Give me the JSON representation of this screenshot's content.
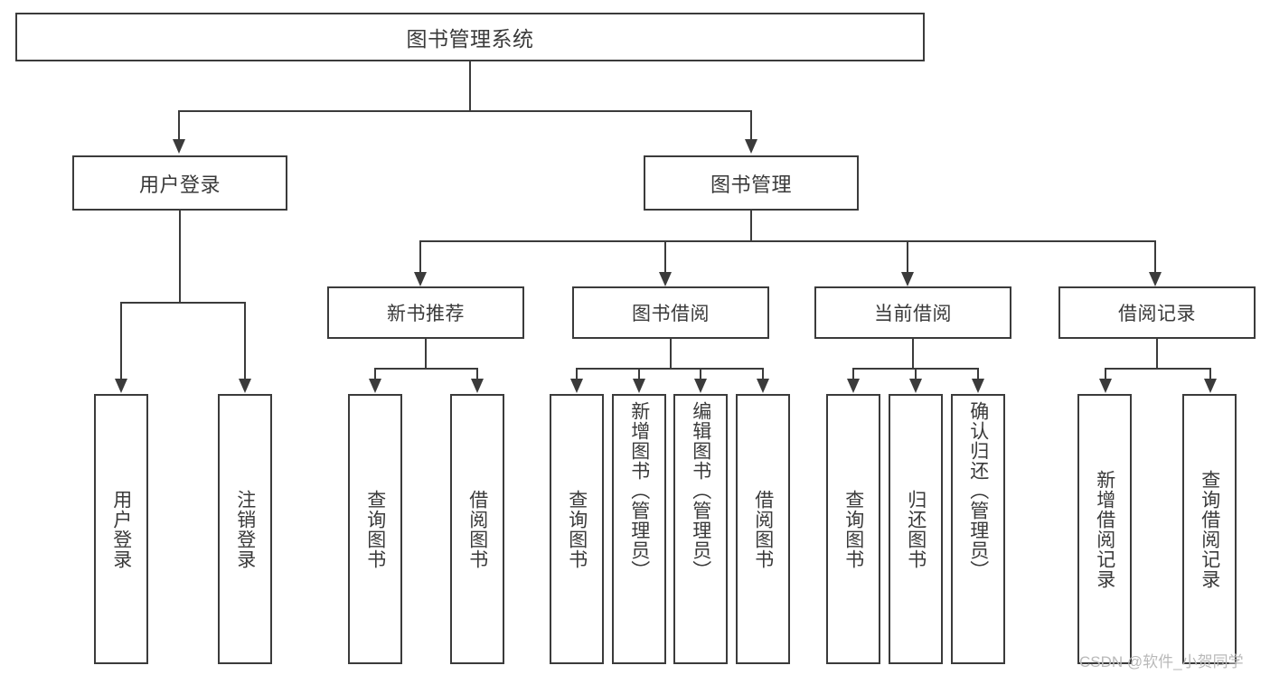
{
  "diagram": {
    "type": "tree",
    "title": "图书管理系统",
    "root": {
      "label": "图书管理系统"
    },
    "level2": [
      {
        "label": "用户登录"
      },
      {
        "label": "图书管理"
      }
    ],
    "level3": [
      {
        "label": "新书推荐"
      },
      {
        "label": "图书借阅"
      },
      {
        "label": "当前借阅"
      },
      {
        "label": "借阅记录"
      }
    ],
    "leaves": {
      "user_login": [
        {
          "label": "用户登录"
        },
        {
          "label": "注销登录"
        }
      ],
      "new_book_recommend": [
        {
          "label": "查询图书"
        },
        {
          "label": "借阅图书"
        }
      ],
      "book_borrow": [
        {
          "label": "查询图书"
        },
        {
          "label": "新增图书（管理员）"
        },
        {
          "label": "编辑图书（管理员）"
        },
        {
          "label": "借阅图书"
        }
      ],
      "current_borrow": [
        {
          "label": "查询图书"
        },
        {
          "label": "归还图书"
        },
        {
          "label": "确认归还（管理员）"
        }
      ],
      "borrow_record": [
        {
          "label": "新增借阅记录"
        },
        {
          "label": "查询借阅记录"
        }
      ]
    }
  },
  "watermark": {
    "text": "CSDN @软件_小贺同学"
  },
  "colors": {
    "line": "#3b3b3b",
    "text": "#3a3a3a",
    "background": "#ffffff",
    "watermark": "#b9b9b9"
  }
}
